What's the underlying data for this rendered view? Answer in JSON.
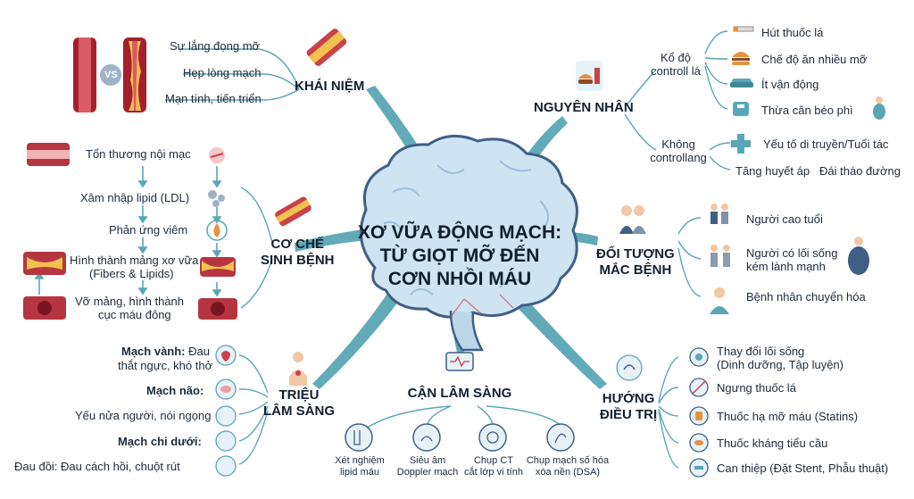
{
  "title": [
    "XƠ VỮA ĐỘNG MẠCH:",
    "TỪ GIỌT MỠ ĐẾN",
    "CƠN NHỒI MÁU"
  ],
  "colors": {
    "teal": "#5aa6b5",
    "artery": "#c8414b",
    "brain": "#cfe4f3",
    "orange": "#e8903c"
  },
  "concept": {
    "heading": "KHÁI NIỆM",
    "vs": "VS",
    "items": [
      "Sự lắng đọng mỡ",
      "Hẹp lòng mạch",
      "Mạn tính, tiến triển"
    ]
  },
  "mechanism": {
    "heading": [
      "CƠ CHẾ",
      "SINH BỆNH"
    ],
    "steps": [
      "Tổn thương nội mạc",
      "Xâm nhập lipid (LDL)",
      "Phản ứng viêm",
      "Hình thành mảng xơ vữa",
      "(Fibers & Lipids)",
      "Vỡ mảng, hình thành",
      "cục máu đông"
    ]
  },
  "symptoms": {
    "heading": [
      "TRIỆU",
      "LÂM SÀNG"
    ],
    "items": [
      {
        "bold": "Mạch vành:",
        "text": "Đau"
      },
      {
        "bold": "",
        "text": "thắt ngực, khó thở"
      },
      {
        "bold": "Mạch não:",
        "text": ""
      },
      {
        "bold": "",
        "text": "Yếu nửa người, nói ngọng"
      },
      {
        "bold": "Mạch chi dưới:",
        "text": ""
      },
      {
        "bold": "",
        "text": "Đau đồi: Đau cách hồi, chuột rút"
      }
    ]
  },
  "paraclinical": {
    "heading": "CẬN LÂM SÀNG",
    "items": [
      [
        "Xét nghiệm",
        "lipid máu"
      ],
      [
        "Siêu âm",
        "Doppler mạch"
      ],
      [
        "Chụp CT",
        "cắt lớp vi tính"
      ],
      [
        "Chụp mạch số hóa",
        "xóa nền (DSA)"
      ]
    ]
  },
  "causes": {
    "heading": "NGUYÊN NHÂN",
    "controllable_label": [
      "Kổ độ",
      "controll lá"
    ],
    "controllable": [
      "Hút thuốc lá",
      "Chế độ ăn nhiều mỡ",
      "Ít vận động",
      "Thừa cân béo phì"
    ],
    "uncontrollable_label": [
      "Không",
      "controllang"
    ],
    "uncontrollable": [
      "Yếu tố di truyền/Tuổi tác",
      "Tăng huyết áp",
      "Đái tháo đường"
    ]
  },
  "targets": {
    "heading": [
      "ĐỐI TƯỢNG",
      "MẮC BỆNH"
    ],
    "items": [
      [
        "Người cao tuổi"
      ],
      [
        "Người có lối sống",
        "kém lành mạnh"
      ],
      [
        "Bệnh nhân chuyển hóa"
      ]
    ]
  },
  "treatment": {
    "heading": [
      "HƯỚNG",
      "ĐIỀU TRỊ"
    ],
    "items": [
      [
        "Thay đổi lối sống",
        "(Dinh dưỡng, Tập luyện)"
      ],
      [
        "Ngưng thuốc lá"
      ],
      [
        "Thuốc hạ mỡ máu (Statins)"
      ],
      [
        "Thuốc kháng tiểu cầu"
      ],
      [
        "Can thiệp (Đặt Stent, Phẫu thuật)"
      ]
    ]
  }
}
